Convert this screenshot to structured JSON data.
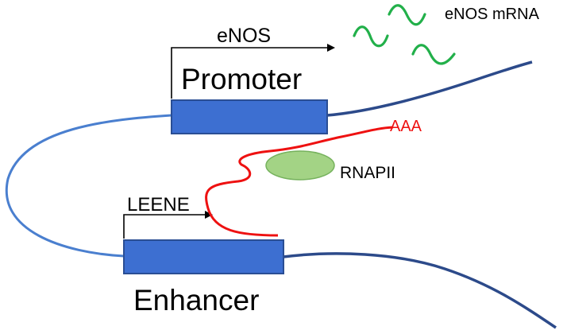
{
  "labels": {
    "enos": "eNOS",
    "enos_mrna": "eNOS mRNA",
    "promoter": "Promoter",
    "aaa": "AAA",
    "rnapii": "RNAPII",
    "leene": "LEENE",
    "enhancer": "Enhancer"
  },
  "colors": {
    "dna_light": "#4a7fcf",
    "dna_dark": "#2c4a8a",
    "box_fill": "#3d6fd1",
    "box_stroke": "#2a4e94",
    "rna": "#ee1111",
    "mrna": "#22b04a",
    "rnapii_fill": "#9fd17f",
    "rnapii_stroke": "#6fae55",
    "arrow": "#000000",
    "text": "#000000"
  }
}
